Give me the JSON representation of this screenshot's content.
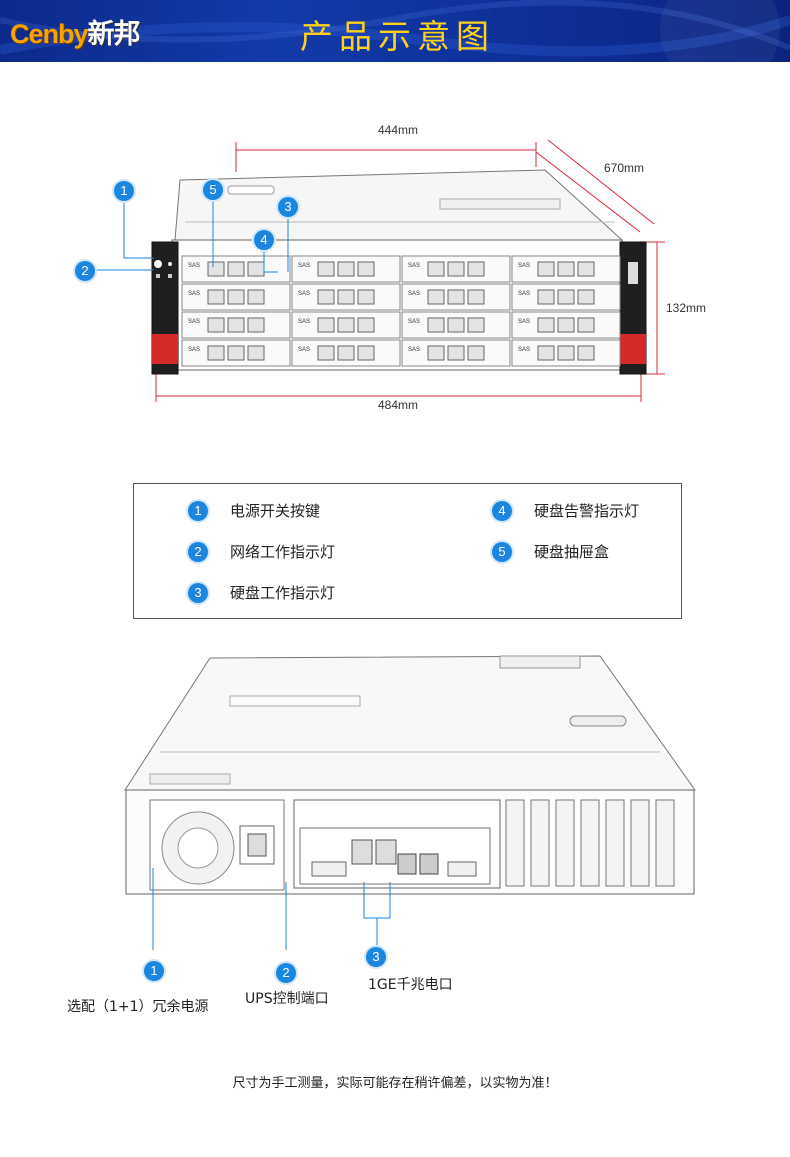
{
  "header": {
    "brand_en": "Cenby",
    "brand_cn": "新邦",
    "title": "产品示意图"
  },
  "front_view": {
    "dim_top": "444mm",
    "dim_depth": "670mm",
    "dim_height": "132mm",
    "dim_bottom": "484mm",
    "callouts": [
      "1",
      "2",
      "3",
      "4",
      "5"
    ],
    "bay_label": "SAS"
  },
  "legend": {
    "items": [
      {
        "num": "1",
        "text": "电源开关按键"
      },
      {
        "num": "2",
        "text": "网络工作指示灯"
      },
      {
        "num": "3",
        "text": "硬盘工作指示灯"
      },
      {
        "num": "4",
        "text": "硬盘告警指示灯"
      },
      {
        "num": "5",
        "text": "硬盘抽屉盒"
      }
    ]
  },
  "back_view": {
    "callouts": [
      {
        "num": "1",
        "label": "选配（1+1）冗余电源"
      },
      {
        "num": "2",
        "label": "UPS控制端口"
      },
      {
        "num": "3",
        "label": "1GE千兆电口"
      }
    ]
  },
  "note": "尺寸为手工测量，实际可能存在稍许偏差，以实物为准！",
  "colors": {
    "banner": "#0e2e96",
    "accent": "#1b86e0",
    "title": "#ffd21a",
    "brand": "#f7a400",
    "dimension_line": "#d9283a"
  }
}
